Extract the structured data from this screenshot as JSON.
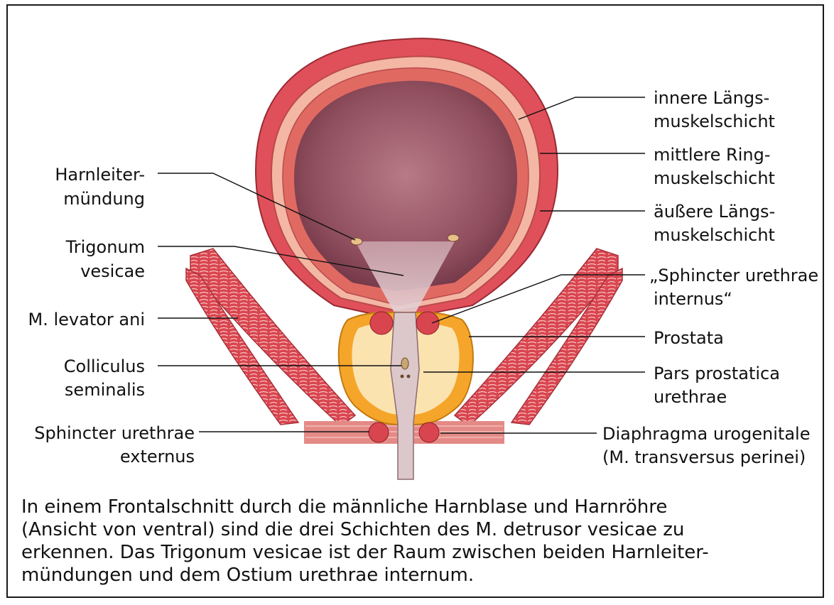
{
  "labels": {
    "left": {
      "harnleiter_1": "Harnleiter-",
      "harnleiter_2": "mündung",
      "trigonum_1": "Trigonum",
      "trigonum_2": "vesicae",
      "levator": "M. levator ani",
      "colliculus_1": "Colliculus",
      "colliculus_2": "seminalis",
      "sphincter_ext_1": "Sphincter urethrae",
      "sphincter_ext_2": "externus"
    },
    "right": {
      "innere_1": "innere Längs-",
      "innere_2": "muskelschicht",
      "mittlere_1": "mittlere Ring-",
      "mittlere_2": "muskelschicht",
      "aeussere_1": "äußere Längs-",
      "aeussere_2": "muskelschicht",
      "sphincter_int_1": "„Sphincter urethrae",
      "sphincter_int_2": "internus“",
      "prostata": "Prostata",
      "pars_1": "Pars prostatica",
      "pars_2": "urethrae",
      "diaphragma_1": "Diaphragma urogenitale",
      "diaphragma_2": "(M. transversus perinei)"
    }
  },
  "caption": {
    "line1": "In einem Frontalschnitt durch die männliche Harnblase und Harnröhre",
    "line2": "(Ansicht von ventral) sind die drei Schichten des M. detrusor vesicae zu",
    "line3": "erkennen. Das Trigonum vesicae ist der Raum zwischen beiden Harnleiter-",
    "line4": "mündungen und dem Ostium urethrae internum."
  },
  "colors": {
    "muscle": "#d9454f",
    "wall_light": "#f4b3a3",
    "lumen": "#9c5a6a",
    "prostate": "#f5a62a",
    "prostate_inner": "#fbe3b0",
    "urethra": "#d9c6c8"
  }
}
